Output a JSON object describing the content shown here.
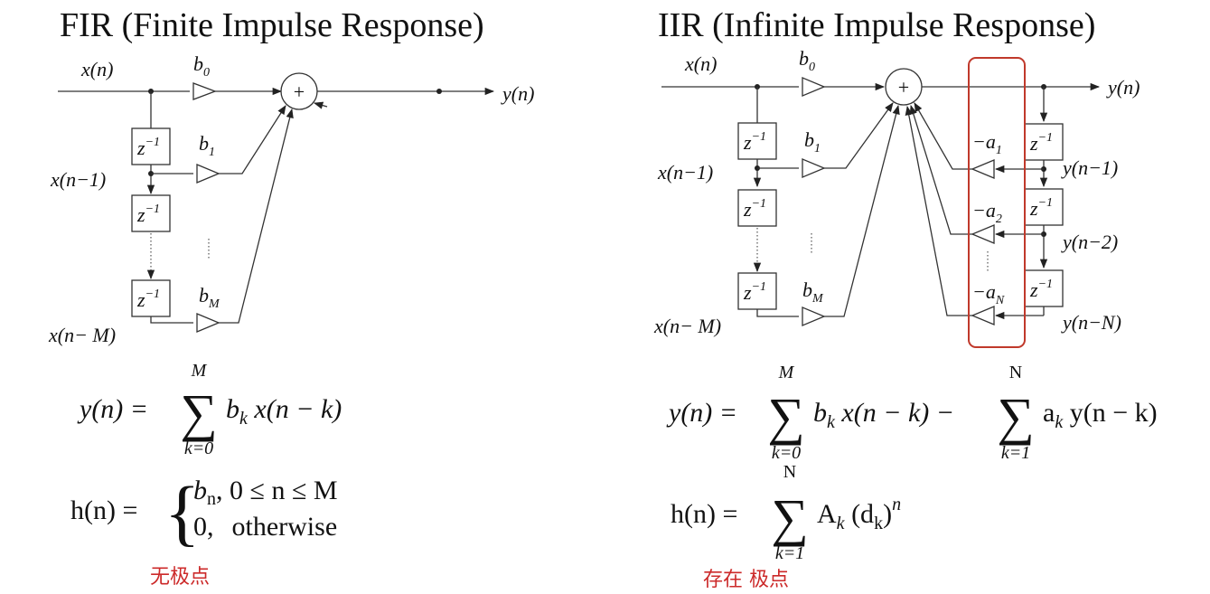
{
  "fir": {
    "title": "FIR (Finite Impulse Response)",
    "input": "x(n)",
    "output": "y(n)",
    "taps": [
      "x(n−1)",
      "x(n− M)"
    ],
    "coefficients": [
      "b",
      "b",
      "b"
    ],
    "coefficient_subscripts": [
      "0",
      "1",
      "M"
    ],
    "delay": "z",
    "delay_exp": "−1",
    "sum": "+",
    "formula_output": {
      "lhs": "y(n) =",
      "sum_upper": "M",
      "sum_lower": "k=0",
      "term": "b",
      "term_sub": "k",
      "term_rest": " x(n − k)"
    },
    "formula_impulse": {
      "lhs": "h(n) =",
      "case1_coef": "b",
      "case1_sub": "n",
      "case1_cond": ",   0 ≤ n ≤ M",
      "case2_val": "0,",
      "case2_cond": "otherwise"
    },
    "note": "无极点"
  },
  "iir": {
    "title": "IIR (Infinite Impulse Response)",
    "input": "x(n)",
    "output": "y(n)",
    "taps": [
      "x(n−1)",
      "x(n− M)"
    ],
    "feedback_taps": [
      "y(n−1)",
      "y(n−2)",
      "y(n−N)"
    ],
    "coefficients": [
      "b",
      "b",
      "b"
    ],
    "coefficient_subscripts": [
      "0",
      "1",
      "M"
    ],
    "feedback_coef": "−a",
    "feedback_subscripts": [
      "1",
      "2",
      "N"
    ],
    "delay": "z",
    "delay_exp": "−1",
    "sum": "+",
    "formula_output": {
      "lhs": "y(n) =",
      "sum1_upper": "M",
      "sum1_lower": "k=0",
      "term1": "b",
      "term1_sub": "k",
      "term1_rest": " x(n − k) −",
      "sum2_upper": "N",
      "sum2_lower": "k=1",
      "term2": "a",
      "term2_sub": "k",
      "term2_rest": " y(n − k)"
    },
    "formula_impulse": {
      "lhs": "h(n) =",
      "sum_upper": "N",
      "sum_lower": "k=1",
      "term": "A",
      "term_sub": "k",
      "term_base": " (d",
      "term_base_sub": "k",
      "term_close": ")",
      "term_exp": "n"
    },
    "note": "存在 极点"
  },
  "colors": {
    "ink": "#111111",
    "note": "#cc2a2a",
    "highlight": "#c0392b"
  }
}
